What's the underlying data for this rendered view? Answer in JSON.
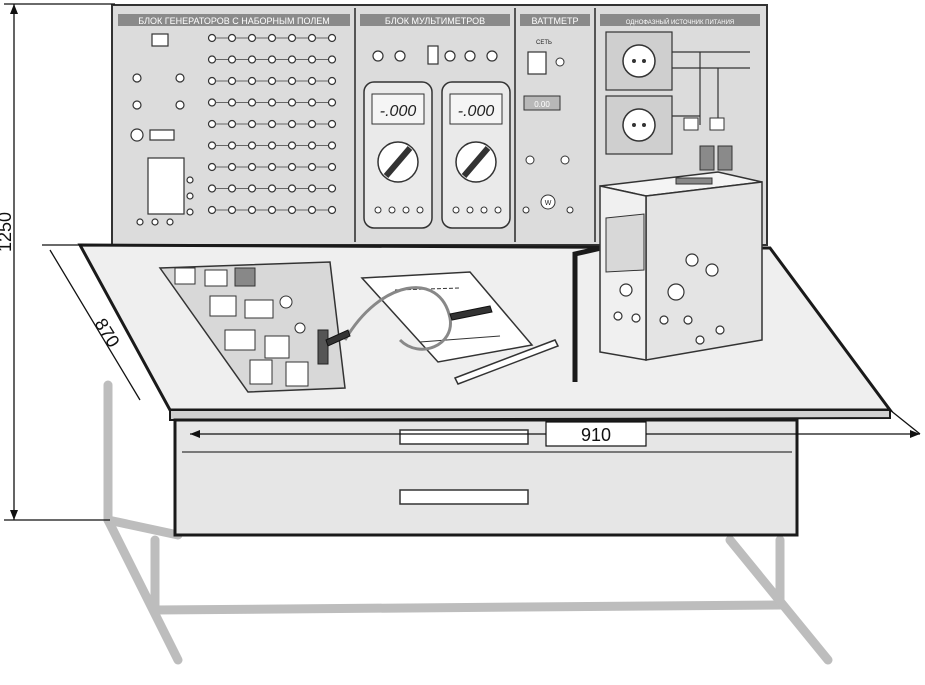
{
  "dimensions": {
    "height": "1250",
    "depth": "870",
    "width": "910"
  },
  "panel": {
    "generators": {
      "title": "БЛОК ГЕНЕРАТОРОВ С НАБОРНЫМ ПОЛЕМ"
    },
    "multimeters": {
      "title": "БЛОК МУЛЬТИМЕТРОВ",
      "display_1": "-.000",
      "display_2": "-.000"
    },
    "wattmeter": {
      "title": "ВАТТМЕТР",
      "display": "0.00",
      "net_label": "СЕТЬ"
    },
    "power": {
      "title": "ОДНОФАЗНЫЙ ИСТОЧНИК ПИТАНИЯ"
    }
  },
  "colors": {
    "panel": "#dcdcdc",
    "panel_header": "#8a8a8a",
    "outline": "#1a1a1a",
    "frame": "#c8c8c8",
    "drawer": "#e6e6e6"
  }
}
